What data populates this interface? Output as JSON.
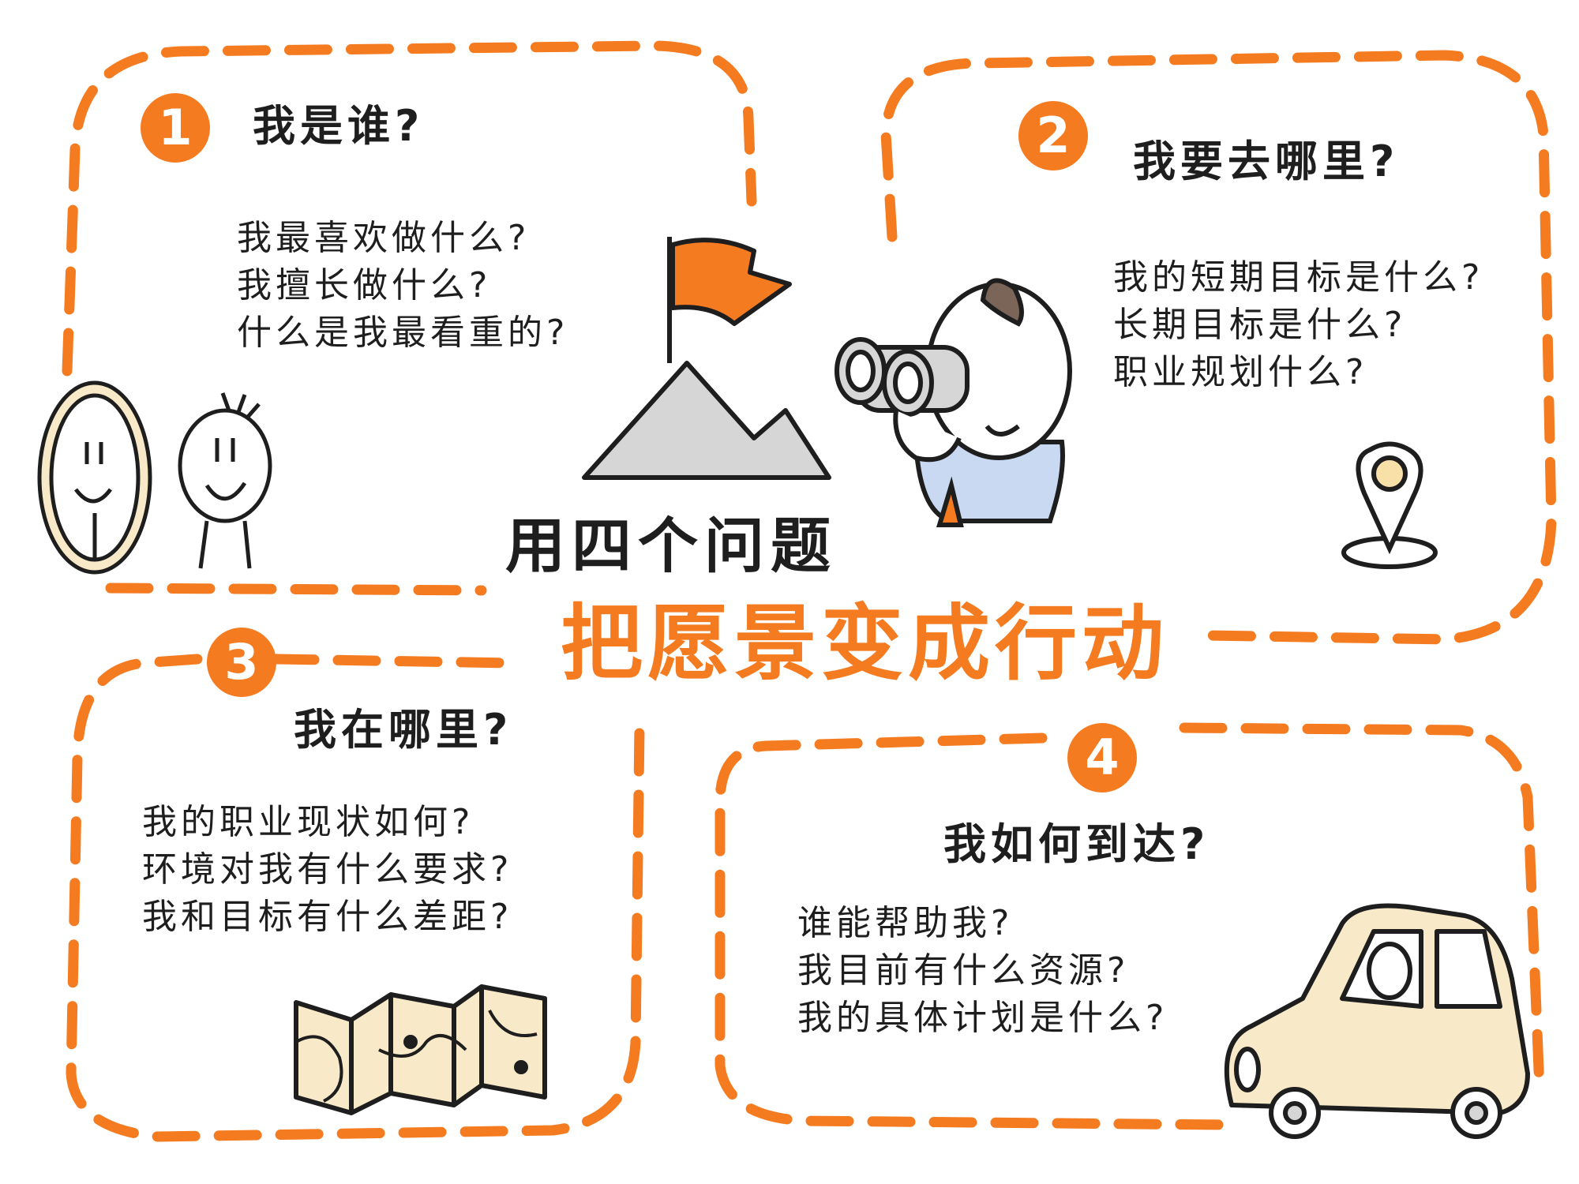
{
  "colors": {
    "accent": "#f47b20",
    "ink": "#1e1e1e",
    "paper": "#f8e9c8",
    "mountain": "#d6d6d6",
    "shirt": "#c9d9f2"
  },
  "title": {
    "line1": "用四个问题",
    "line2": "把愿景变成行动"
  },
  "sections": [
    {
      "number": "1",
      "heading": "我是谁?",
      "questions": [
        "我最喜欢做什么?",
        "我擅长做什么?",
        "什么是我最看重的?"
      ]
    },
    {
      "number": "2",
      "heading": "我要去哪里?",
      "questions": [
        "我的短期目标是什么?",
        "长期目标是什么?",
        "职业规划什么?"
      ]
    },
    {
      "number": "3",
      "heading": "我在哪里?",
      "questions": [
        "我的职业现状如何?",
        "环境对我有什么要求?",
        "我和目标有什么差距?"
      ]
    },
    {
      "number": "4",
      "heading": "我如何到达?",
      "questions": [
        "谁能帮助我?",
        "我目前有什么资源?",
        "我的具体计划是什么?"
      ]
    }
  ],
  "illustrations": [
    "mirror-icon",
    "person-icon",
    "mountain-flag-icon",
    "binoculars-person-icon",
    "location-pin-icon",
    "folded-map-icon",
    "car-icon"
  ]
}
